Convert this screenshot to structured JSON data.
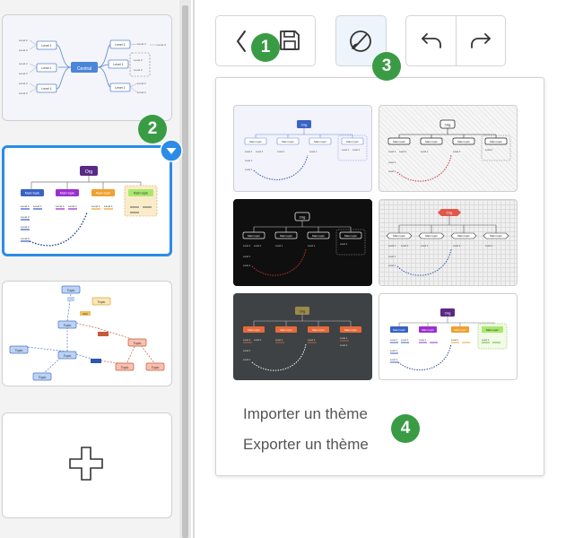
{
  "badges": {
    "one": "1",
    "two": "2",
    "three": "3",
    "four": "4"
  },
  "theme_menu": {
    "import_label": "Importer un thème",
    "export_label": "Exporter un thème"
  },
  "thumb1": {
    "center": "Central",
    "branch": "Level 1",
    "leaf": "Level 2",
    "far": "Level 3"
  },
  "thumb2": {
    "root": "Org",
    "topic": "Main topic",
    "leaf": "Level 1",
    "leaf2": "Level 2",
    "leaf3": "Level 3"
  },
  "thumb3": {
    "topic": "Topic",
    "label": "label"
  },
  "themes": {
    "org": "Org",
    "main": "Main topic",
    "level": "Level 1"
  },
  "colors": {
    "accent": "#2b8ce8",
    "badge": "#3a9b45",
    "dark_bg": "#0f0f0f",
    "slate_bg": "#3e4244",
    "blue_node": "#3a62c4",
    "purple_node": "#5b2a86"
  }
}
